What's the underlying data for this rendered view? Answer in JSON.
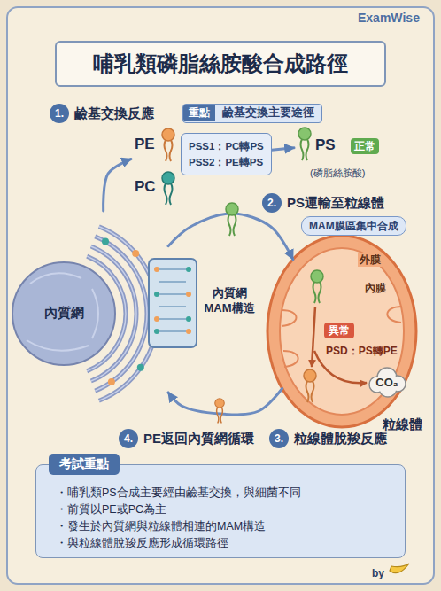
{
  "diagram": {
    "title": "哺乳類磷脂絲胺酸合成路徑",
    "nodes": [
      {
        "text": [
          "1.",
          "鹼基交換反應"
        ]
      },
      {
        "text": [
          "鹼基交換主要途徑"
        ]
      },
      {
        "text": [
          "重點"
        ],
        "in": 1
      },
      {
        "text": [
          "PE"
        ]
      },
      {
        "text": [
          "PC"
        ]
      },
      {
        "text": [
          "PSS1：PC轉PS",
          "PSS2：PE轉PS"
        ]
      },
      {
        "text": [
          "PS",
          "(磷脂絲胺酸)"
        ]
      },
      {
        "text": [
          "正常"
        ]
      },
      {
        "text": [
          "2.",
          "PS運輸至粒線體"
        ]
      },
      {
        "text": [
          "MAM膜區集中合成"
        ]
      },
      {
        "text": [
          "內質網"
        ]
      },
      {
        "text": [
          "內質網 MAM構造"
        ]
      },
      {
        "text": [
          "粒線體"
        ]
      },
      {
        "text": [
          "異常"
        ],
        "in": 12
      },
      {
        "text": [
          "CO₂"
        ]
      },
      {
        "text": [
          "4.",
          "PE返回內質網循環"
        ]
      },
      {
        "text": [
          "3.",
          "粒線體脫羧反應"
        ]
      },
      {
        "text": [
          "考試重點",
          "・哺乳類PS合成主要經由鹼基交換，與細菌不同",
          "・前質以PE或PC為主",
          "・發生於內質網與粒線體相連的MAM構造",
          "・與粒線體脫羧反應形成循環路徑"
        ]
      }
    ],
    "edges": [
      {
        "from": 10,
        "to": 3,
        "arrow": "to"
      },
      {
        "from": 5,
        "to": 6,
        "arrow": "to"
      },
      {
        "from": 10,
        "to": 12,
        "arrow": "to"
      },
      {
        "from": 12,
        "to": 10,
        "arrow": "to"
      }
    ],
    "labels": [
      "ExamWise",
      "外膜",
      "內膜",
      "PSD：PS轉PE",
      "by"
    ]
  }
}
